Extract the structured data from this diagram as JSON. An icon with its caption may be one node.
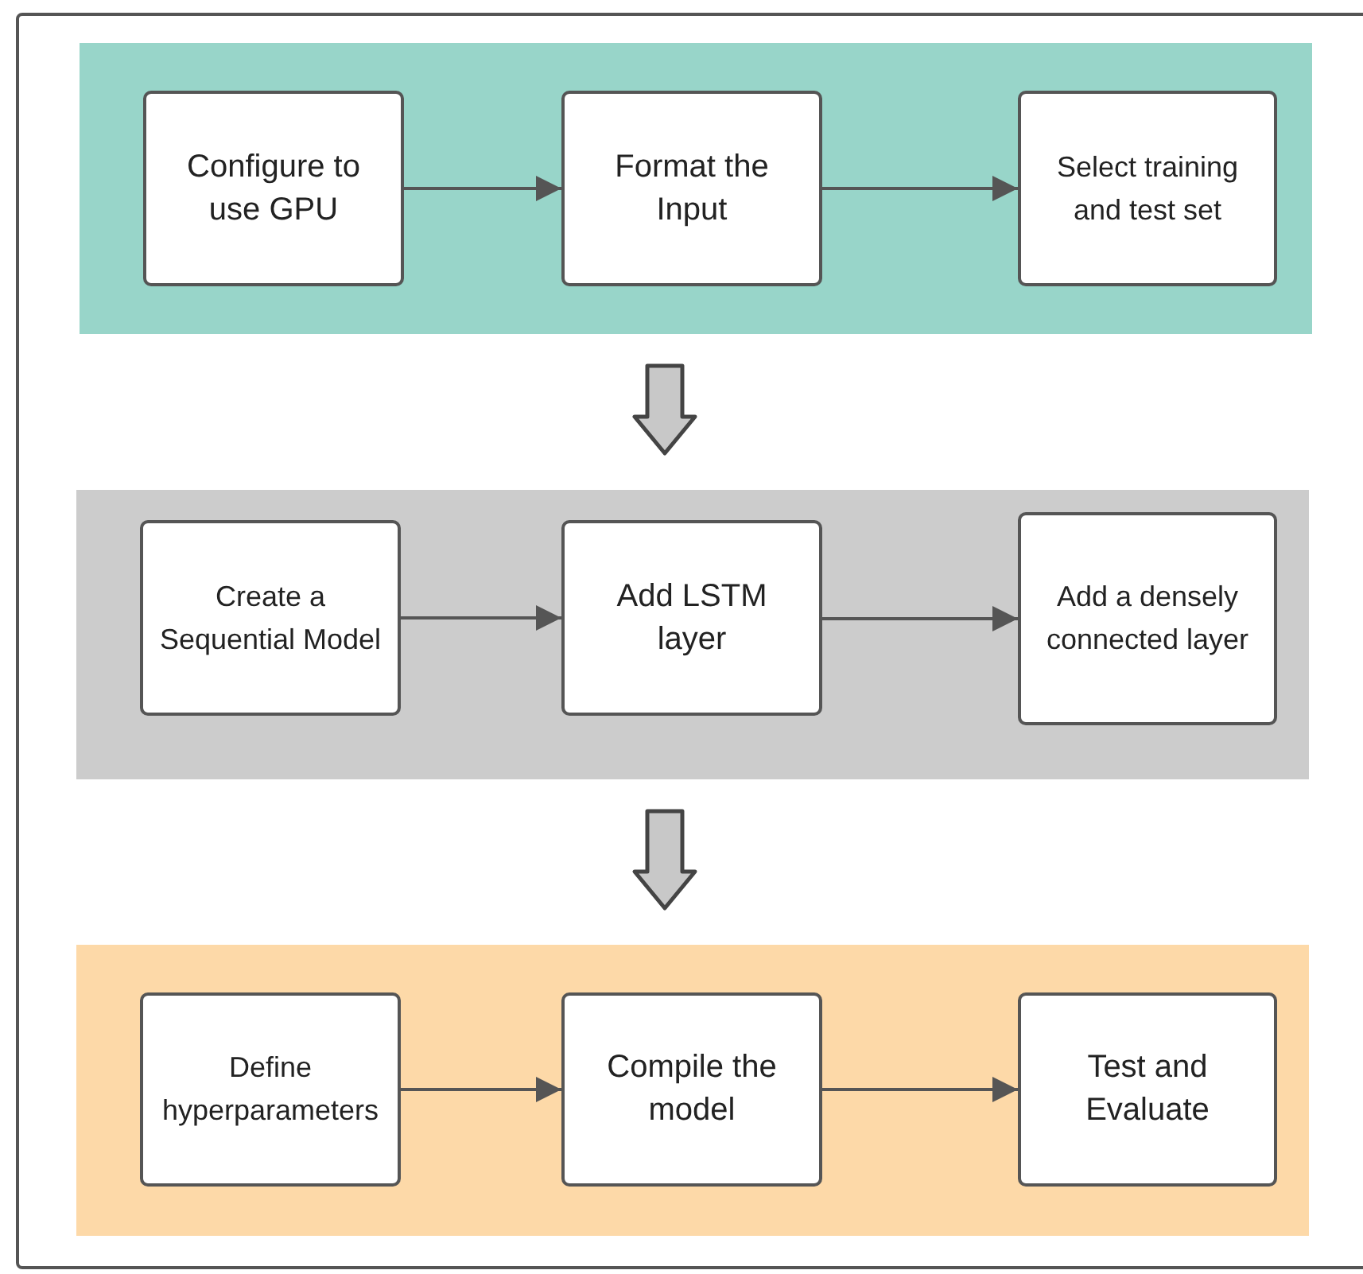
{
  "diagram": {
    "nodes": [
      {
        "text": [],
        "shape": "box"
      },
      {
        "text": [
          "Configure to use GPU"
        ],
        "in": 0
      },
      {
        "text": [
          "Format the Input"
        ],
        "in": 0
      },
      {
        "text": [
          "Select training and test set"
        ],
        "in": 0
      },
      {
        "text": [],
        "shape": "box"
      },
      {
        "text": [
          "Create a Sequential Model"
        ],
        "in": 4
      },
      {
        "text": [
          "Add LSTM layer"
        ],
        "in": 4
      },
      {
        "text": [
          "Add a densely connected layer"
        ],
        "in": 4
      },
      {
        "text": [],
        "shape": "box"
      },
      {
        "text": [
          "Define hyperparameters"
        ],
        "in": 8
      },
      {
        "text": [
          "Compile the model"
        ],
        "in": 8
      },
      {
        "text": [
          "Test and Evaluate"
        ],
        "in": 8
      }
    ],
    "edges": [
      {
        "from": 1,
        "to": 2,
        "arrow": "to"
      },
      {
        "from": 2,
        "to": 3,
        "arrow": "to"
      },
      {
        "from": 0,
        "to": 4,
        "arrow": "to",
        "style": "thick"
      },
      {
        "from": 5,
        "to": 6,
        "arrow": "to"
      },
      {
        "from": 6,
        "to": 7,
        "arrow": "to"
      },
      {
        "from": 4,
        "to": 8,
        "arrow": "to",
        "style": "thick"
      },
      {
        "from": 9,
        "to": 10,
        "arrow": "to"
      },
      {
        "from": 10,
        "to": 11,
        "arrow": "to"
      }
    ]
  }
}
